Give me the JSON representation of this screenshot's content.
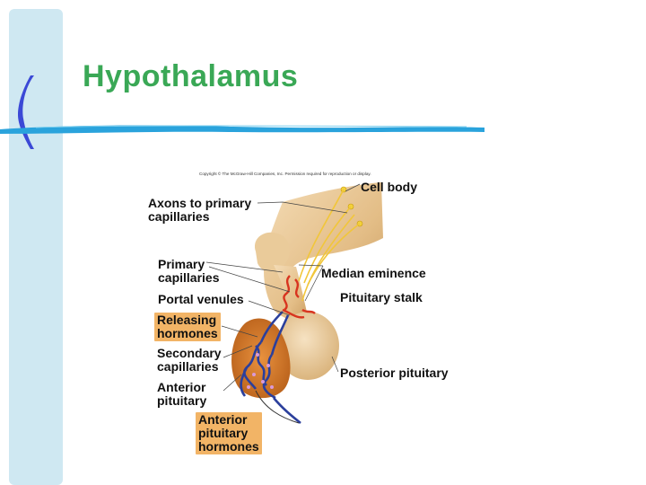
{
  "slide": {
    "title": "Hypothalamus"
  },
  "figure": {
    "copyright": "Copyright © The McGraw-Hill Companies, Inc. Permission required for reproduction or display.",
    "labels": {
      "cell_body": "Cell body",
      "axons_line1": "Axons to primary",
      "axons_line2": "capillaries",
      "primary_line1": "Primary",
      "primary_line2": "capillaries",
      "portal_venules": "Portal venules",
      "median_eminence": "Median eminence",
      "pituitary_stalk": "Pituitary stalk",
      "releasing_line1": "Releasing",
      "releasing_line2": "hormones",
      "secondary_line1": "Secondary",
      "secondary_line2": "capillaries",
      "anterior_line1": "Anterior",
      "anterior_line2": "pituitary",
      "posterior_pituitary": "Posterior pituitary",
      "apituitary_line1": "Anterior",
      "apituitary_line2": "pituitary",
      "apituitary_line3": "hormones"
    },
    "colors": {
      "highlight_box": "#f2b466",
      "title": "#3aa856",
      "sidebar": "#cfe8f2",
      "rule": "#2aa3dc"
    }
  }
}
